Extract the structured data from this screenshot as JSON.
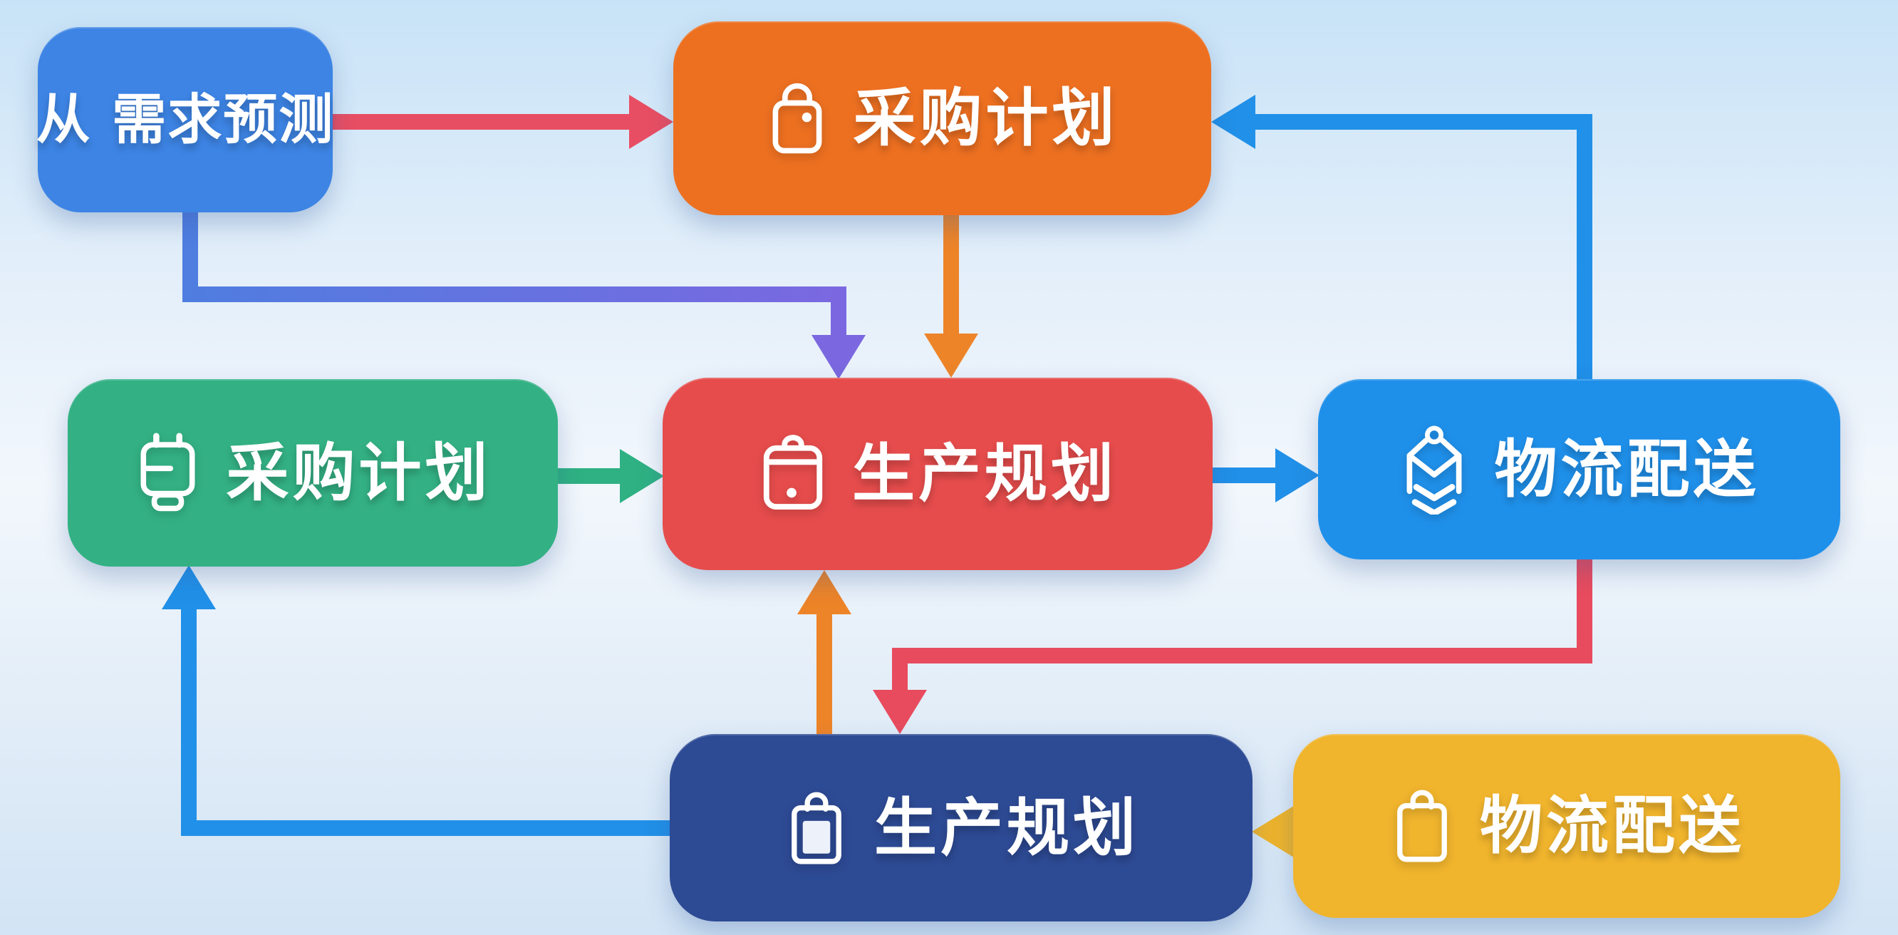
{
  "background": {
    "top": "#c8e3f7",
    "middle": "#f2f7fc",
    "bottom": "#d2e4f5"
  },
  "nodes": {
    "forecast": {
      "label": "从 需求预测",
      "color": "#3d84e4",
      "icon": "none"
    },
    "procure_top": {
      "label": "采购计划",
      "color": "#ed7021",
      "icon": "lock-icon"
    },
    "procure_left": {
      "label": "采购计划",
      "color": "#33b184",
      "icon": "charging-dock-icon"
    },
    "production_center": {
      "label": "生产规划",
      "color": "#e64c4c",
      "icon": "briefcase-icon"
    },
    "logistics_right": {
      "label": "物流配送",
      "color": "#1f90ea",
      "icon": "layers-stack-icon"
    },
    "production_bottom": {
      "label": "生产规划",
      "color": "#2d4a94",
      "icon": "shopping-bag-filled-icon"
    },
    "logistics_bottom": {
      "label": "物流配送",
      "color": "#f0b42d",
      "icon": "shopping-bag-icon"
    }
  },
  "edges": {
    "forecast_to_procure": {
      "color": "#e84e63"
    },
    "forecast_to_production": {
      "color_start": "#4f7de0",
      "color_end": "#7b68e0"
    },
    "procure_top_to_production": {
      "color": "#ee8428"
    },
    "procure_left_to_production": {
      "color": "#2fb183"
    },
    "production_to_logistics": {
      "color": "#2190e8"
    },
    "logistics_to_procure_top": {
      "color": "#2190e8"
    },
    "logistics_to_production_bottom": {
      "color": "#e84b5e"
    },
    "production_bottom_to_production": {
      "color": "#ee8428"
    },
    "production_bottom_to_procure_left": {
      "color": "#2190e8"
    },
    "logistics_bottom_to_production_bottom": {
      "color": "#eeb42c"
    }
  }
}
